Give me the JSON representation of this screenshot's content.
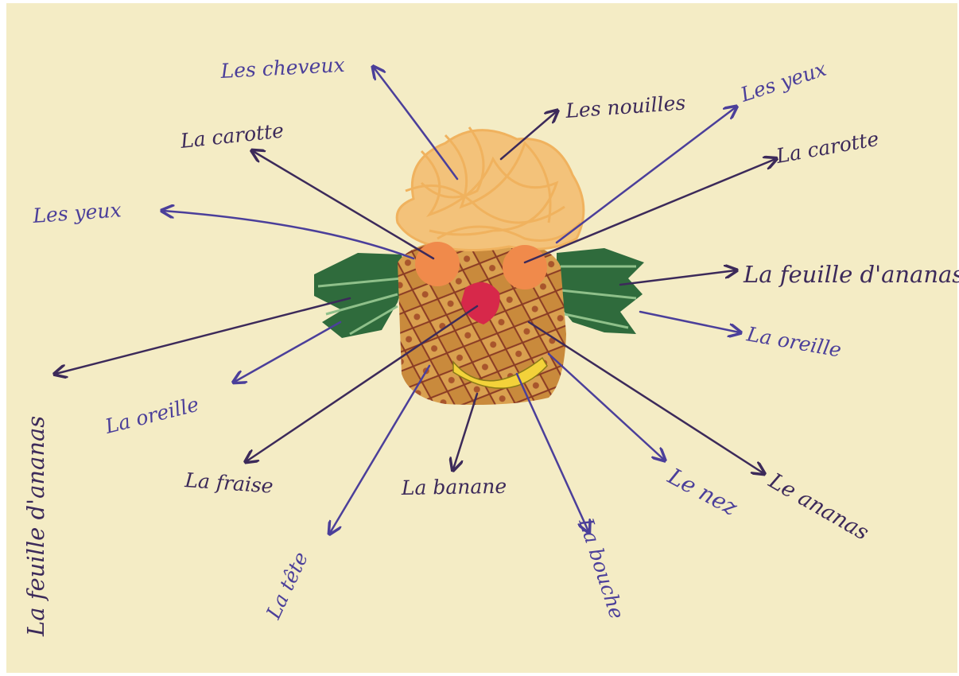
{
  "labels": {
    "les_cheveux": "Les cheveux",
    "les_nouilles": "Les nouilles",
    "les_yeux_right": "Les yeux",
    "la_carotte_left": "La carotte",
    "la_carotte_right": "La carotte",
    "les_yeux_left": "Les yeux",
    "la_feuille_right": "La feuille d'ananas",
    "la_oreille_right": "La oreille",
    "la_feuille_left": "La feuille d'ananas",
    "la_oreille_left": "La oreille",
    "la_fraise": "La fraise",
    "la_banane": "La banane",
    "la_tete": "La tête",
    "la_bouche": "La bouche",
    "le_nez": "Le nez",
    "le_ananas": "Le ananas"
  },
  "colors": {
    "paper": "#f4ecc5",
    "ink_blue": "#4b3f9a",
    "ink_dark": "#3c2a5a",
    "noodles": "#f0b25e",
    "carrot": "#f08a4b",
    "leaf": "#2f6b3c",
    "pineapple": "#c98a3c",
    "strawberry": "#d7284a",
    "banana": "#f3d23a"
  }
}
